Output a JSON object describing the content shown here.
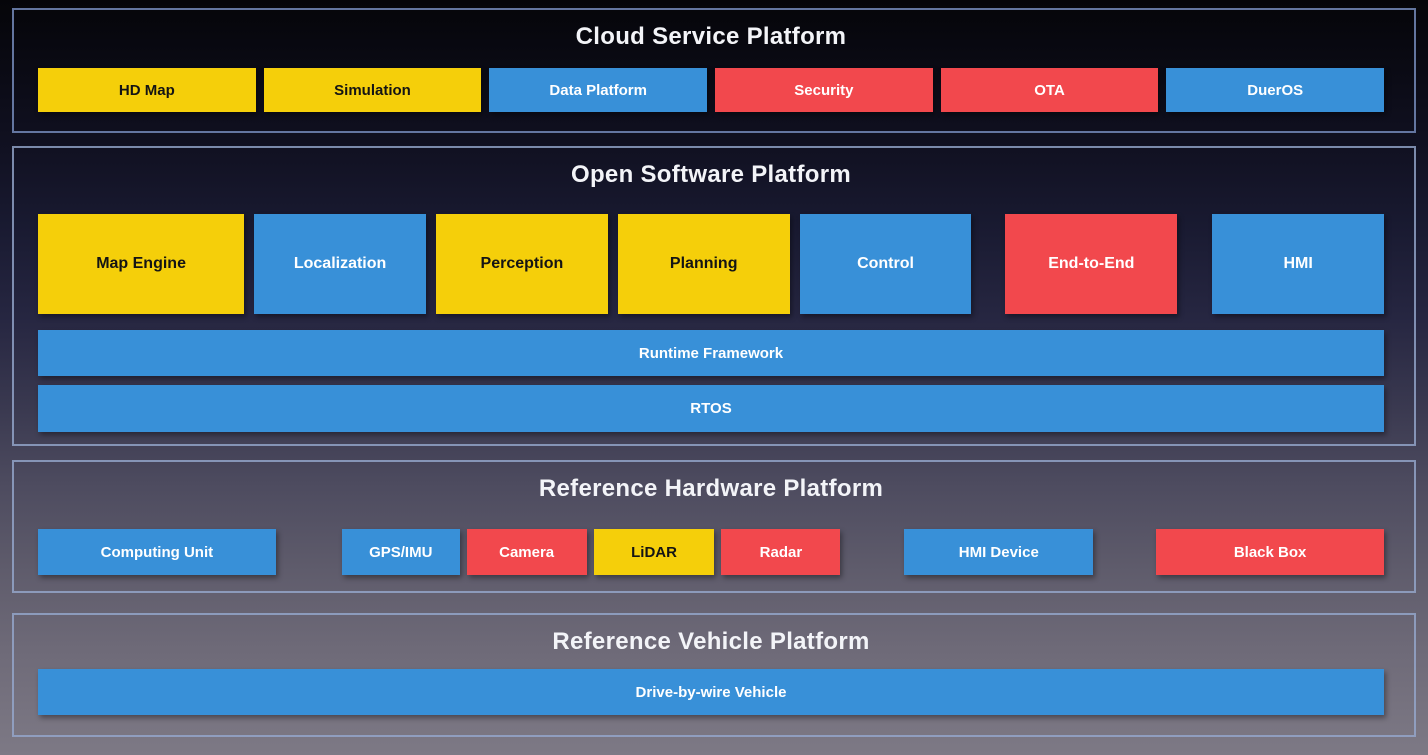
{
  "palette": {
    "yellow": {
      "bg": "#F5CF0A",
      "text": "#141414"
    },
    "blue": {
      "bg": "#3890D8",
      "text": "#FFFFFF"
    },
    "red": {
      "bg": "#F2484D",
      "text": "#FFFFFF"
    }
  },
  "sections": {
    "cloud": {
      "title": "Cloud Service Platform",
      "boxes": [
        {
          "label": "HD Map",
          "color": "yellow"
        },
        {
          "label": "Simulation",
          "color": "yellow"
        },
        {
          "label": "Data Platform",
          "color": "blue"
        },
        {
          "label": "Security",
          "color": "red"
        },
        {
          "label": "OTA",
          "color": "red"
        },
        {
          "label": "DuerOS",
          "color": "blue"
        }
      ]
    },
    "software": {
      "title": "Open Software Platform",
      "boxes": [
        {
          "label": "Map Engine",
          "color": "yellow"
        },
        {
          "label": "Localization",
          "color": "blue"
        },
        {
          "label": "Perception",
          "color": "yellow"
        },
        {
          "label": "Planning",
          "color": "yellow"
        },
        {
          "label": "Control",
          "color": "blue"
        },
        {
          "label": "End-to-End",
          "color": "red"
        },
        {
          "label": "HMI",
          "color": "blue"
        }
      ],
      "bars": [
        {
          "label": "Runtime Framework",
          "color": "blue"
        },
        {
          "label": "RTOS",
          "color": "blue"
        }
      ]
    },
    "hardware": {
      "title": "Reference Hardware Platform",
      "boxes": [
        {
          "label": "Computing Unit",
          "color": "blue"
        },
        {
          "label": "GPS/IMU",
          "color": "blue"
        },
        {
          "label": "Camera",
          "color": "red"
        },
        {
          "label": "LiDAR",
          "color": "yellow"
        },
        {
          "label": "Radar",
          "color": "red"
        },
        {
          "label": "HMI Device",
          "color": "blue"
        },
        {
          "label": "Black Box",
          "color": "red"
        }
      ]
    },
    "vehicle": {
      "title": "Reference Vehicle Platform",
      "bars": [
        {
          "label": "Drive-by-wire Vehicle",
          "color": "blue"
        }
      ]
    }
  }
}
